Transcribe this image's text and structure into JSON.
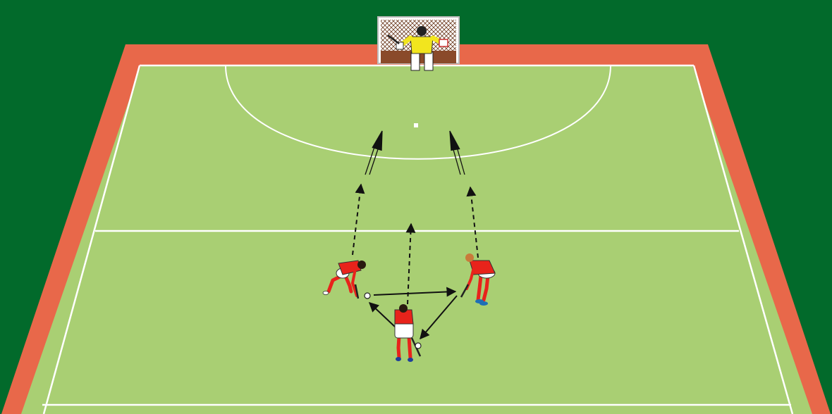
{
  "colors": {
    "background": "#026a2b",
    "runoff": "#e8684a",
    "pitch": "#a9cf73",
    "lines": "#ffffff",
    "goal_net": "#8a4a2a",
    "goalkeeper_shirt": "#f2e51e",
    "player_shirt": "#e8231b",
    "arrow": "#111111"
  },
  "scene": {
    "description_icons": [
      "hockey-goal-icon",
      "goalkeeper-icon",
      "field-player-icon",
      "ball-icon",
      "pass-arrow-icon",
      "run-arrow-icon",
      "shot-arrow-icon"
    ],
    "players": [
      {
        "role": "goalkeeper",
        "team": "defending"
      },
      {
        "role": "left-attacker",
        "team": "attacking"
      },
      {
        "role": "right-attacker",
        "team": "attacking"
      },
      {
        "role": "center-attacker",
        "team": "attacking"
      }
    ],
    "balls": 2
  }
}
